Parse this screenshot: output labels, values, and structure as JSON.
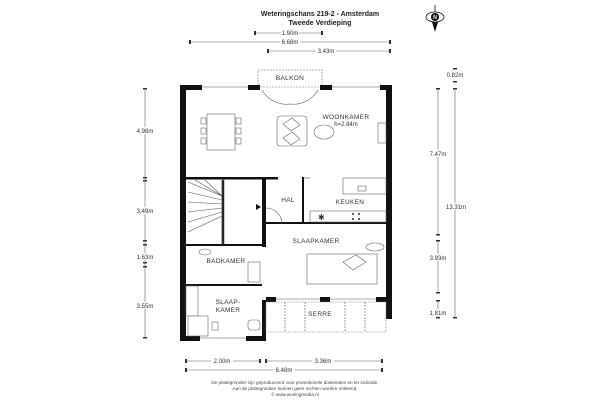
{
  "header": {
    "title": "Weteringschans 219-2 - Amsterdam",
    "subtitle": "Tweede Verdieping",
    "compass_label": "N"
  },
  "dimensions": {
    "top": [
      "1.90m",
      "6.68m",
      "3.43m"
    ],
    "bottom": [
      "2.00m",
      "3.36m",
      "6.48m"
    ],
    "left": [
      "4.98m",
      "3.49m",
      "1.63m",
      "3.55m"
    ],
    "right_inner": [
      "7.47m",
      "3.93m",
      "1.81m"
    ],
    "right_outer": [
      "0.82m",
      "13.31m"
    ]
  },
  "rooms": {
    "balkon": "BALKON",
    "woonkamer": "WOONKAMER",
    "woonkamer_height": "h=2.84m",
    "hal": "HAL",
    "keuken": "KEUKEN",
    "slaapkamer": "SLAAPKAMER",
    "badkamer": "BADKAMER",
    "slaapkamer2_line1": "SLAAP-",
    "slaapkamer2_line2": "KAMER",
    "serre": "SERRE"
  },
  "footer": {
    "line1": "De plattegronden zijn geproduceerd voor promotionele doeleinden en ter indicatie.",
    "line2": "Aan de plattegronden kunnen geen rechten worden ontleend.",
    "line3": "© www.woningmedia.nl"
  }
}
